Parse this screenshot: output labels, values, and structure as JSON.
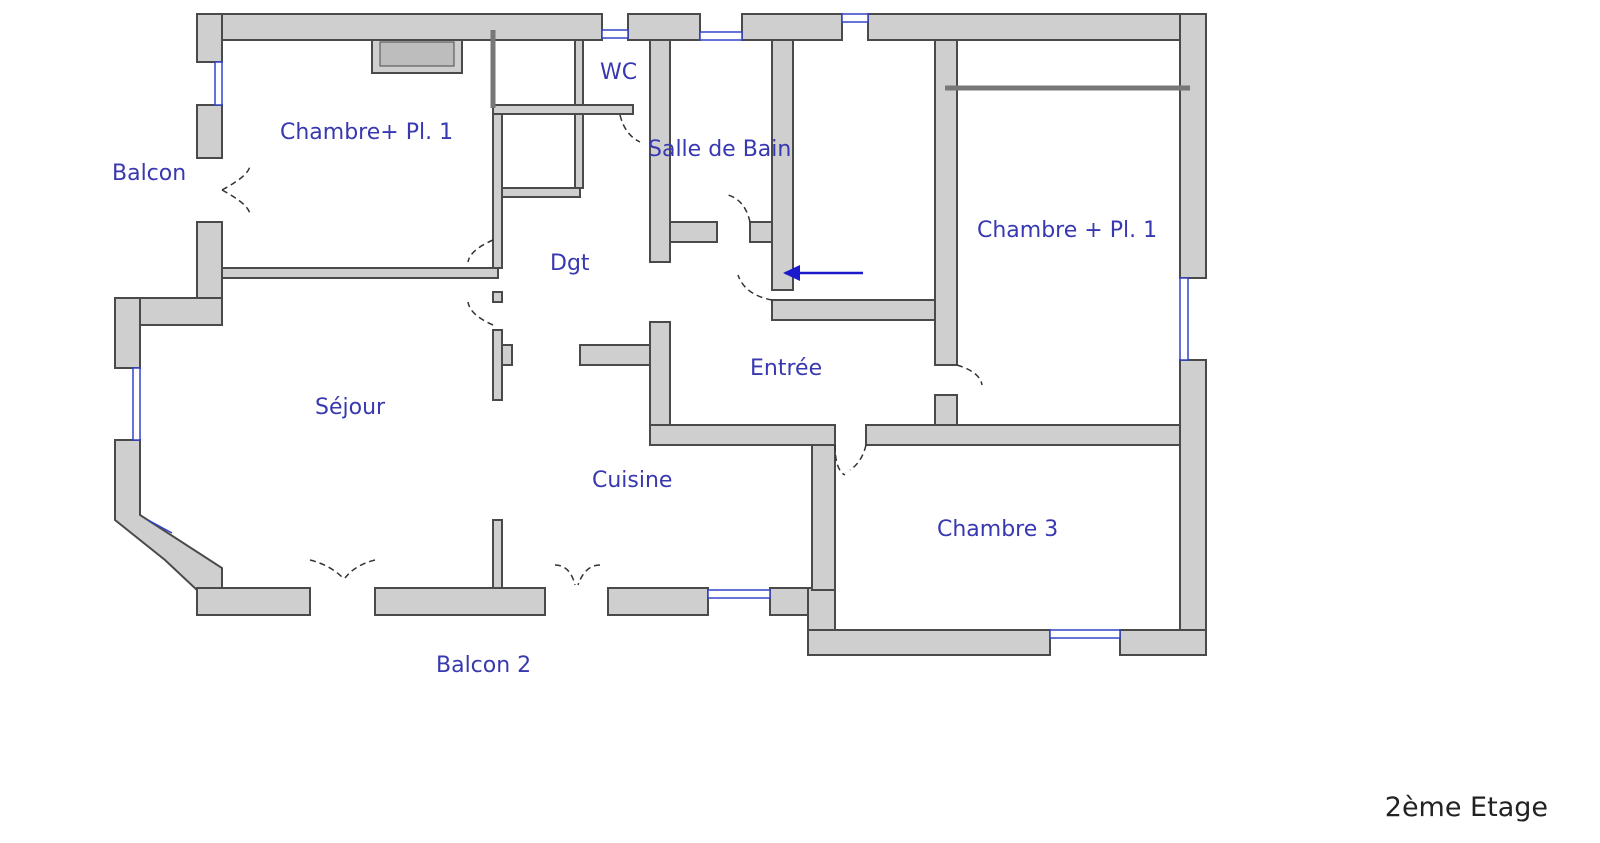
{
  "rooms": {
    "balcon": "Balcon",
    "chambre_pl1_left": "Chambre+ Pl. 1",
    "wc": "WC",
    "salle_de_bain": "Salle de Bain",
    "dgt": "Dgt",
    "chambre_pl1_right": "Chambre + Pl. 1",
    "entree": "Entrée",
    "sejour": "Séjour",
    "cuisine": "Cuisine",
    "chambre3": "Chambre 3",
    "balcon2": "Balcon 2"
  },
  "floor_label": "2ème Etage",
  "colors": {
    "wall": "#cfcfcf",
    "label": "#3838b0",
    "arrow": "#1a1acc"
  }
}
